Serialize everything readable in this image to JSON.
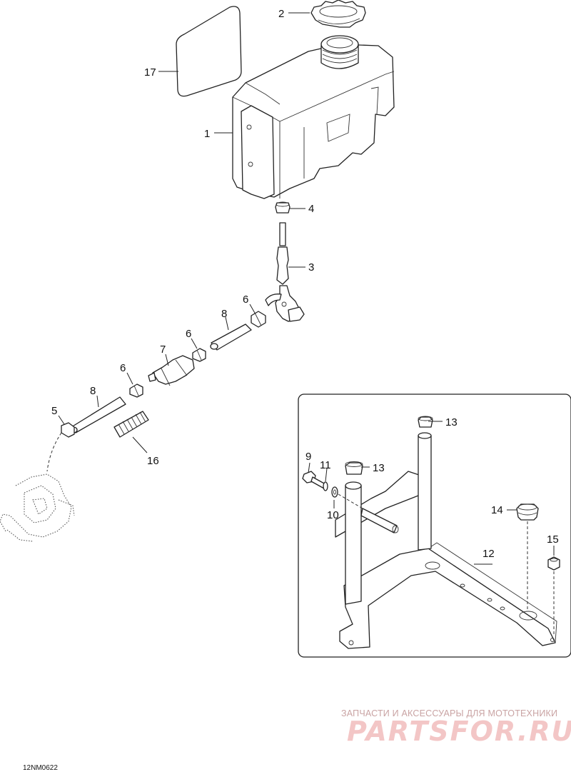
{
  "callouts": {
    "c1": "1",
    "c2": "2",
    "c3": "3",
    "c4": "4",
    "c5": "5",
    "c6a": "6",
    "c6b": "6",
    "c6c": "6",
    "c7": "7",
    "c8a": "8",
    "c8b": "8",
    "c9": "9",
    "c10": "10",
    "c11": "11",
    "c12": "12",
    "c13a": "13",
    "c13b": "13",
    "c14": "14",
    "c15": "15",
    "c16": "16",
    "c17": "17"
  },
  "watermark": {
    "caption": "ЗАПЧАСТИ И АКСЕССУАРЫ ДЛЯ МОТОТЕХНИКИ",
    "logo": "PARTSFOR.RU"
  },
  "reference_code": "12NM0622"
}
